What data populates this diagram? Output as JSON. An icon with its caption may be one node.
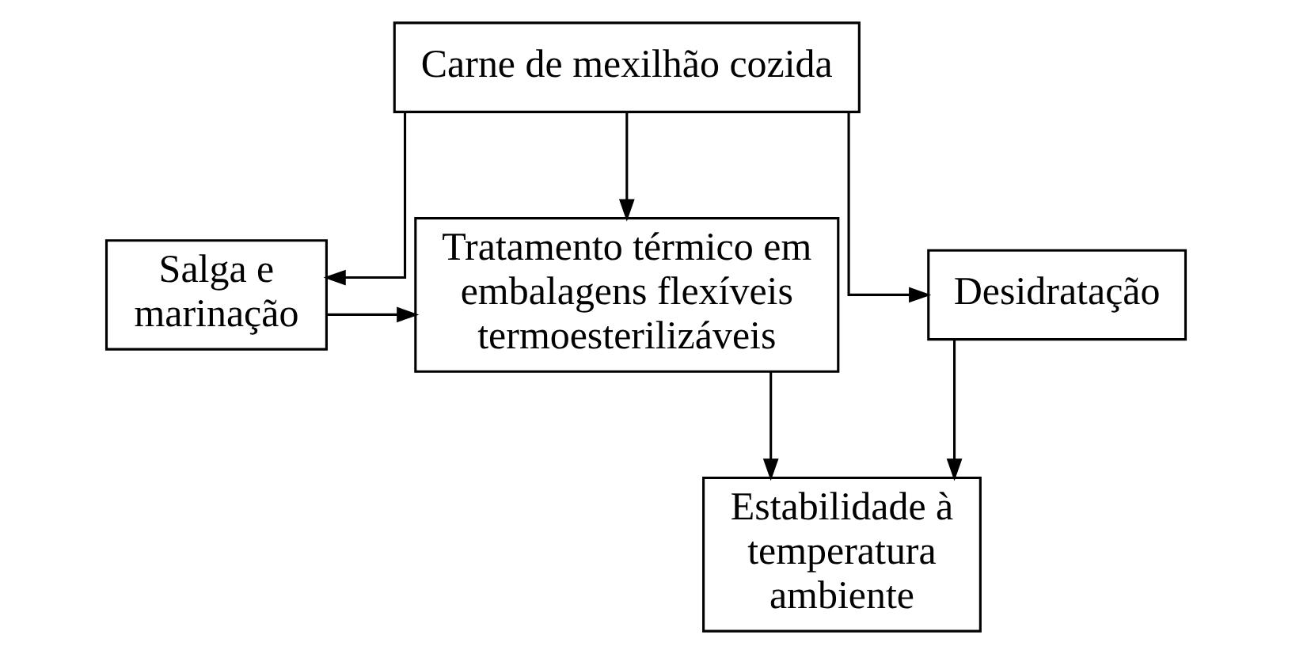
{
  "diagram": {
    "nodes": [
      {
        "text": [
          "Carne de mexilhão cozida"
        ]
      },
      {
        "text": [
          "Salga e marinação"
        ]
      },
      {
        "text": [
          "Tratamento térmico em embalagens flexíveis termoesterilizáveis"
        ]
      },
      {
        "text": [
          "Desidratação"
        ]
      },
      {
        "text": [
          "Estabilidade à temperatura ambiente"
        ]
      }
    ],
    "edges": [
      {
        "from": 0,
        "to": 1,
        "arrow": "to"
      },
      {
        "from": 0,
        "to": 2,
        "arrow": "to"
      },
      {
        "from": 0,
        "to": 3,
        "arrow": "to"
      },
      {
        "from": 1,
        "to": 2,
        "arrow": "to"
      },
      {
        "from": 2,
        "to": 4,
        "arrow": "to"
      },
      {
        "from": 3,
        "to": 4,
        "arrow": "to"
      }
    ]
  }
}
